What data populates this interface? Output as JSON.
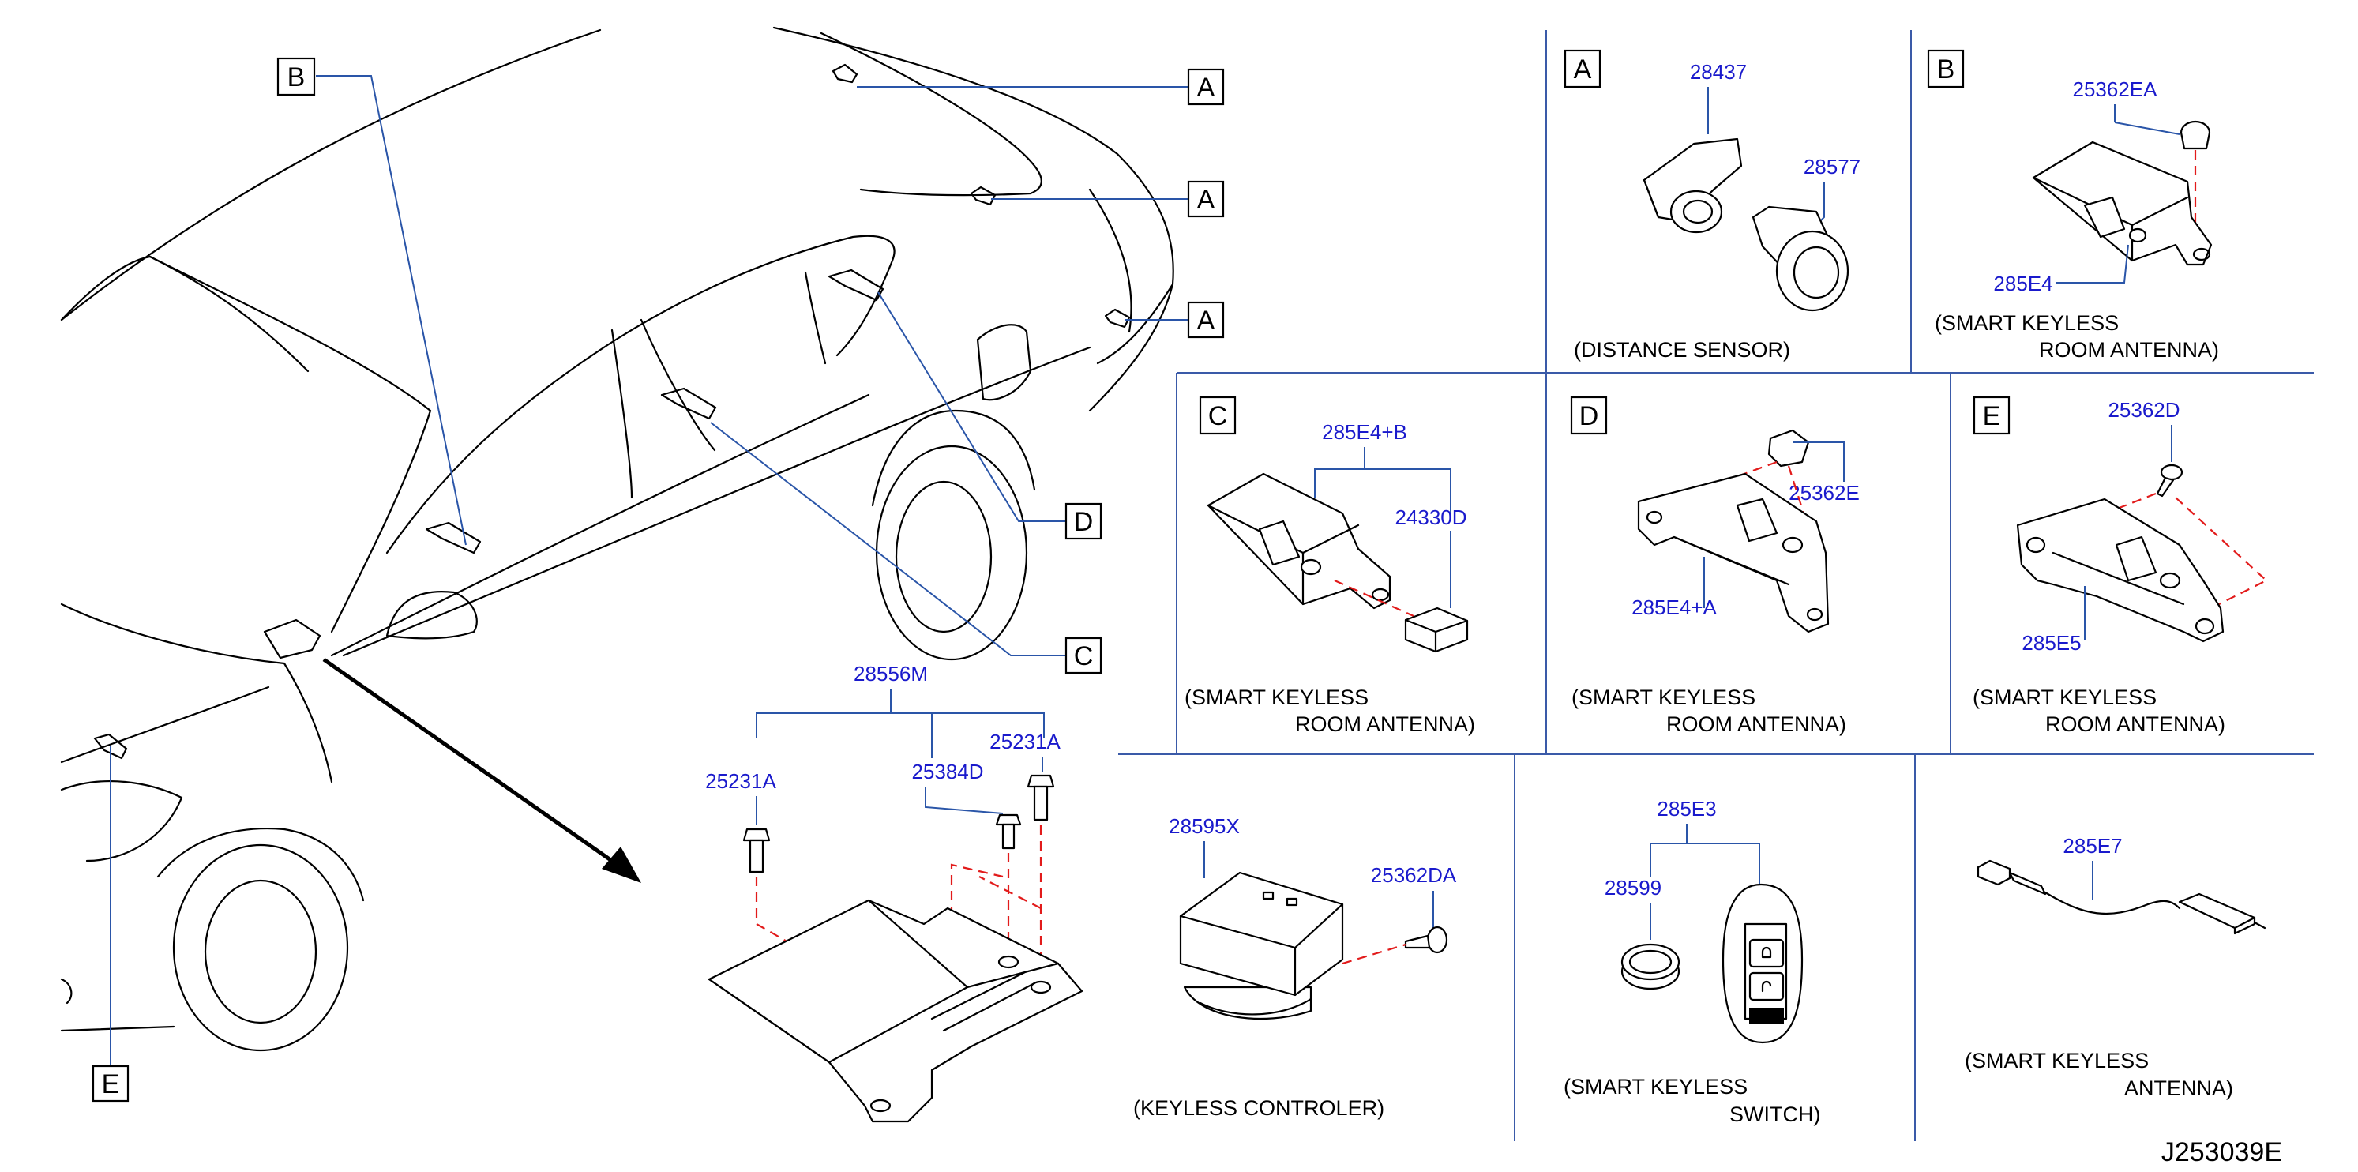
{
  "drawing_code": "J253039E",
  "callout_letters": {
    "a1": "A",
    "a2": "A",
    "a3": "A",
    "b": "B",
    "c": "C",
    "d": "D",
    "e": "E"
  },
  "panels": {
    "A": {
      "letter": "A",
      "parts": [
        "28437",
        "28577"
      ],
      "caption": [
        "(DISTANCE   SENSOR)"
      ]
    },
    "B": {
      "letter": "B",
      "parts": [
        "25362EA",
        "285E4"
      ],
      "caption": [
        "(SMART   KEYLESS",
        "ROOM   ANTENNA)"
      ]
    },
    "C": {
      "letter": "C",
      "parts": [
        "285E4+B",
        "24330D"
      ],
      "caption": [
        "(SMART   KEYLESS",
        "ROOM   ANTENNA)"
      ]
    },
    "D": {
      "letter": "D",
      "parts": [
        "25362E",
        "285E4+A"
      ],
      "caption": [
        "(SMART   KEYLESS",
        "ROOM   ANTENNA)"
      ]
    },
    "E": {
      "letter": "E",
      "parts": [
        "25362D",
        "285E5"
      ],
      "caption": [
        "(SMART   KEYLESS",
        "ROOM   ANTENNA)"
      ]
    },
    "controller": {
      "parts": [
        "28595X",
        "25362DA"
      ],
      "caption": [
        "(KEYLESS   CONTROLER)"
      ]
    },
    "switch": {
      "parts": [
        "285E3",
        "28599"
      ],
      "caption": [
        "(SMART   KEYLESS",
        "SWITCH)"
      ]
    },
    "antenna": {
      "parts": [
        "285E7"
      ],
      "caption": [
        "(SMART   KEYLESS",
        "ANTENNA)"
      ]
    }
  },
  "main_unit": {
    "parts": [
      "28556M",
      "25231A",
      "25384D",
      "25231A"
    ]
  }
}
